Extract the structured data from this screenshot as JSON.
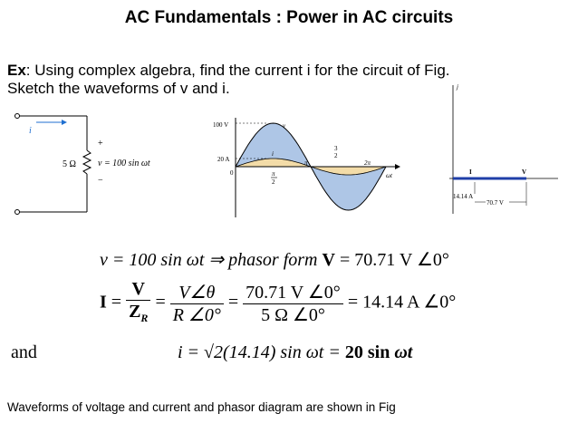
{
  "slide": {
    "title": "AC Fundamentals : Power in AC circuits",
    "example_label": "Ex",
    "example_line1": ": Using complex algebra, find the current i for the circuit of Fig.",
    "example_line2": "Sketch the waveforms of v and i.",
    "footer": "Waveforms of voltage and current and phasor diagram are shown in Fig"
  },
  "circuit": {
    "current_label": "i",
    "resistor_label": "5 Ω",
    "plus": "+",
    "minus": "−",
    "source_label": "v = 100 sin ωt"
  },
  "waveform": {
    "v_peak_label": "100 V",
    "i_peak_label": "20 A",
    "origin_label": "0",
    "pi_half_num": "π",
    "pi_half_den": "2",
    "pi_label": "π",
    "three_pi_half_num": "3",
    "three_pi_half_mid": "2",
    "two_pi_label": "2π",
    "omega_t_label": "ωt",
    "v_curve_label": "v",
    "i_curve_label": "i",
    "v_color": "#aec6e6",
    "i_color": "#f3dca8"
  },
  "phasor": {
    "j_label": "j",
    "i_label": "I",
    "v_label": "V",
    "i_magnitude": "14.14 A",
    "v_magnitude": "70.7 V",
    "phasor_color": "#1f3fa8"
  },
  "equations": {
    "eq1_lhs": "v = 100 sin ωt ⇒ phasor form ",
    "eq1_v": "V",
    "eq1_rhs": " = 70.71 V ∠0°",
    "eq2_I": "I",
    "eq2_eq1": " = ",
    "eq2_frac1_num": "V",
    "eq2_frac1_den": "Z",
    "eq2_frac1_den_sub": "R",
    "eq2_frac2_num": "V∠θ",
    "eq2_frac2_den": "R ∠0°",
    "eq2_frac3_num": "70.71 V ∠0°",
    "eq2_frac3_den": "5 Ω ∠0°",
    "eq2_result": " = 14.14 A ∠0°",
    "eq3_and": "and",
    "eq3_lhs": "i = √2(14.14) sin ωt = ",
    "eq3_bold": "20 sin",
    "eq3_tail": " ωt"
  }
}
